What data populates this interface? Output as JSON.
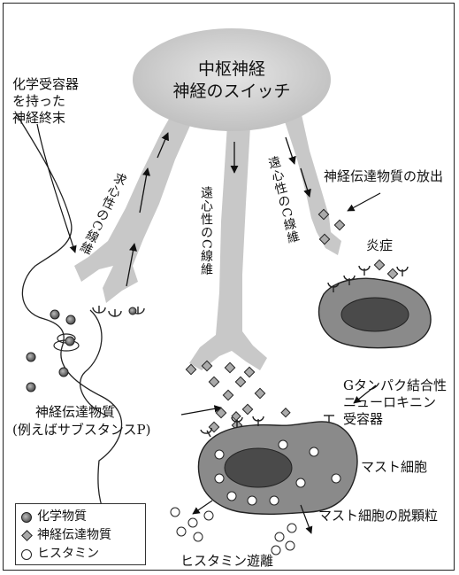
{
  "brain": {
    "line1": "中枢神経",
    "line2": "神経のスイッチ"
  },
  "labels": {
    "chemoreceptor_l1": "化学受容器",
    "chemoreceptor_l2": "を持った",
    "chemoreceptor_l3": "神経終末",
    "afferent_fiber": "求心性のC線維",
    "efferent_fiber_mid": "遠心性のC線維",
    "efferent_fiber_right": "遠心性のC線維",
    "release": "神経伝達物質の放出",
    "inflammation": "炎症",
    "gprotein_l1": "Gタンパク結合性",
    "gprotein_l2": "ニューロキニン",
    "gprotein_l3": "受容器",
    "neurotransmitter_l1": "神経伝達物質",
    "neurotransmitter_l2": "(例えばサブスタンスP)",
    "mast_cell": "マスト細胞",
    "degranulation": "マスト細胞の脱顆粒",
    "histamine_release": "ヒスタミン遊離"
  },
  "legend": {
    "items": [
      {
        "symbol": "chemical-circle",
        "label": "化学物質"
      },
      {
        "symbol": "neurotransmitter-diamond",
        "label": "神経伝達物質"
      },
      {
        "symbol": "histamine-open-circle",
        "label": "ヒスタミン"
      }
    ]
  },
  "colors": {
    "nerve_gray": "#c8c8c8",
    "cell_gray": "#8a8a8a",
    "nucleus": "#4a4a4a",
    "outline": "#222222"
  }
}
